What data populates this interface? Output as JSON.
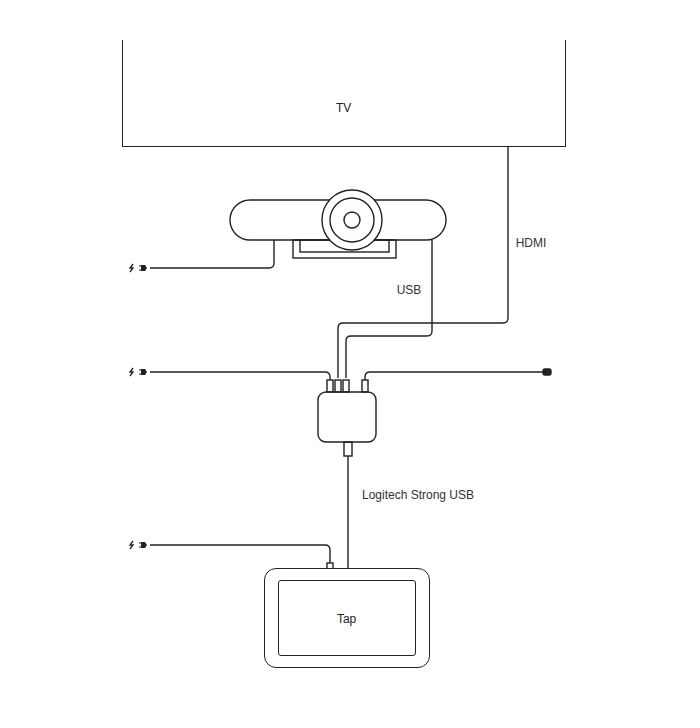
{
  "diagram": {
    "nodes": [
      {
        "text": [
          "TV"
        ]
      },
      {
        "text": [
          "Tap"
        ]
      }
    ],
    "labels": [
      "HDMI",
      "USB",
      "Logitech Strong USB"
    ]
  }
}
